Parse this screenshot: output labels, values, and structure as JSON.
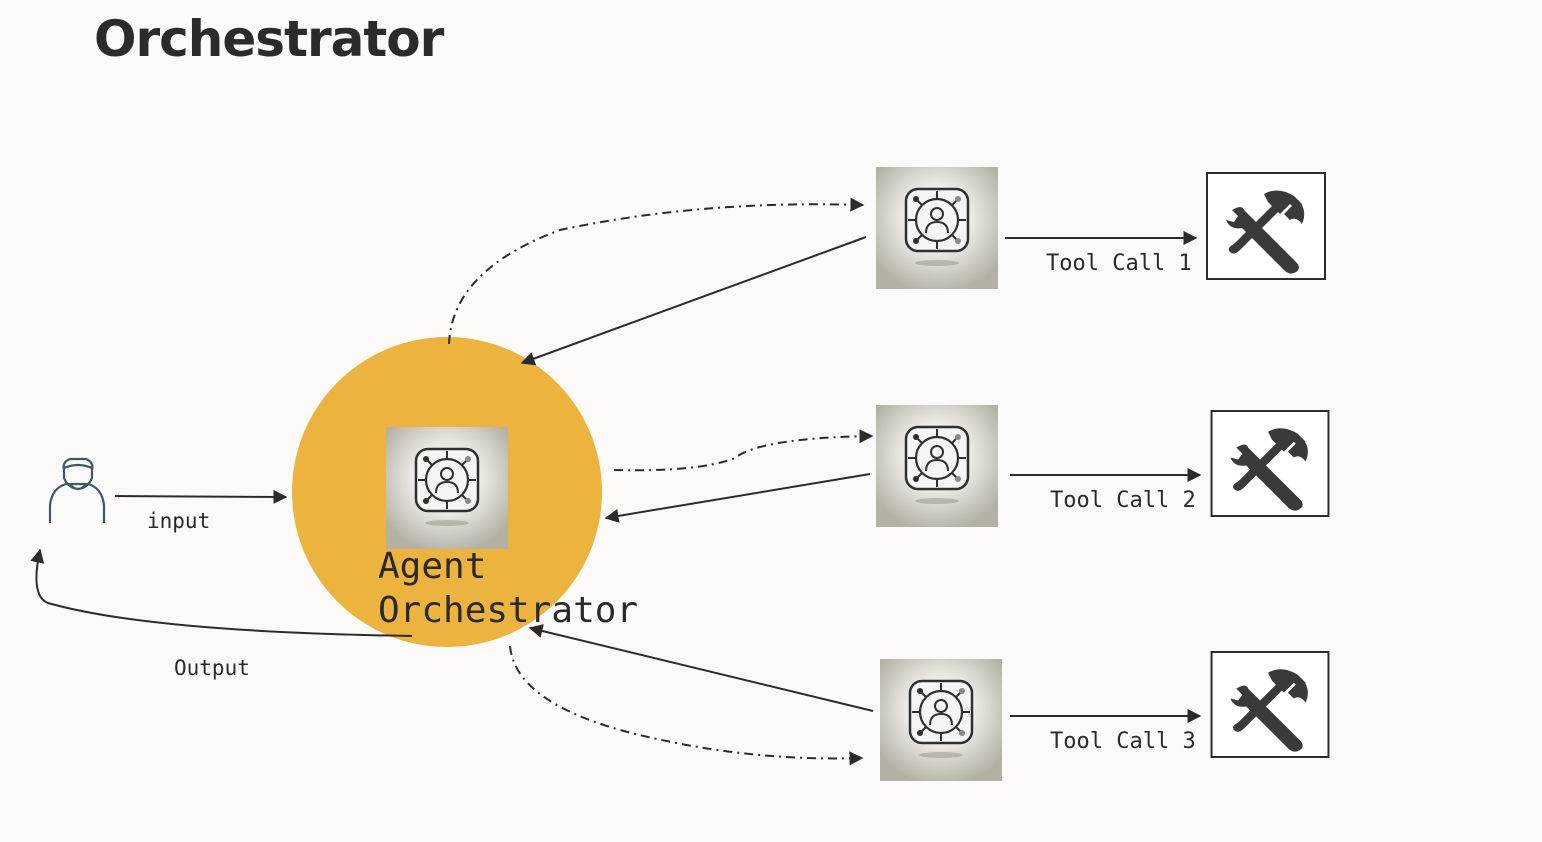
{
  "title": "Orchestrator",
  "labels": {
    "input": "input",
    "output": "Output",
    "orchestrator_line1": "Agent",
    "orchestrator_line2": "Orchestrator"
  },
  "tool_calls": [
    {
      "label": "Tool Call 1"
    },
    {
      "label": "Tool Call 2"
    },
    {
      "label": "Tool Call 3"
    }
  ],
  "icons": {
    "user": "user-icon",
    "agent": "agent-icon",
    "tool": "tools-icon"
  },
  "colors": {
    "background": "#fbfaf9",
    "orchestrator_circle": "#ecb43f",
    "agent_tile": "#c9c6bb",
    "stroke": "#2b2b2b",
    "user_icon": "#3c5a66"
  }
}
